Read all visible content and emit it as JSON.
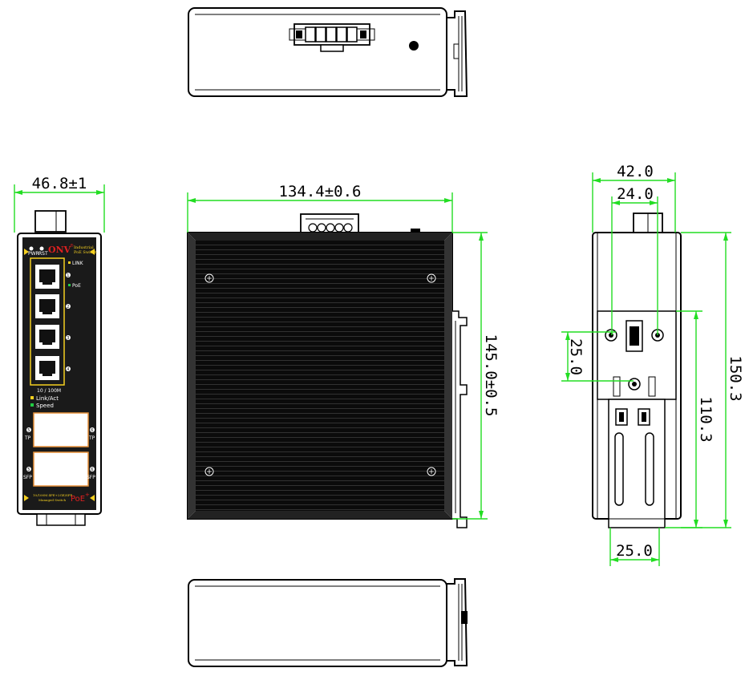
{
  "dimensions": {
    "front_width": "46.8±1",
    "side_width": "134.4±0.6",
    "side_height": "145.0±0.5",
    "rail_outer_width": "42.0",
    "rail_inner_width": "24.0",
    "mount_vertical_spacing": "25.0",
    "total_height": "150.3",
    "rail_height": "110.3",
    "rail_bottom_width": "25.0"
  },
  "front_panel": {
    "brand": "ONV",
    "brand_sup": "®",
    "title_line1": "Industrial",
    "title_line2": "PoE Switch",
    "pwr_label": "PWR",
    "rst_label": "RST",
    "link_label": "LINK",
    "poe_label": "PoE",
    "port_numbers": [
      "1",
      "2",
      "3",
      "4"
    ],
    "speed_text": "10 / 100M",
    "legend_link_act": "Link/Act",
    "legend_speed": "Speed",
    "port5_num": "5",
    "port5_label": "TP",
    "port6_num": "6",
    "port6_label": "TP",
    "port7_num": "5",
    "port7_label": "SFP",
    "port8_num": "6",
    "port8_label": "SFP",
    "model_line1": "10/100M 4FE+2GE/SFP",
    "model_line2": "Managed Switch",
    "poe_logo": "PoE",
    "poe_logo_sup": "+"
  },
  "colors": {
    "dimension": "#22dd22",
    "panel": "#1a1a1a",
    "accent_yellow": "#f5d020",
    "led_green": "#22cc44",
    "brand_red": "#e02020",
    "sfp_frame": "#e8913a"
  }
}
